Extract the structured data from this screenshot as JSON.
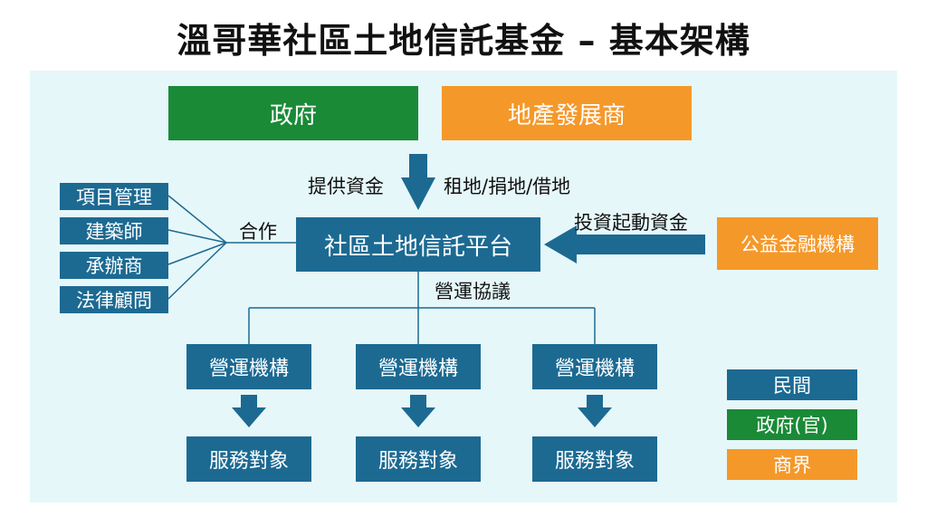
{
  "title": "溫哥華社區土地信託基金 – 基本架構",
  "boxes": {
    "government": "政府",
    "developer": "地產發展商",
    "platform": "社區土地信託平台",
    "charity_finance": "公益金融機構",
    "partners": [
      "項目管理",
      "建築師",
      "承辦商",
      "法律顧問"
    ],
    "operators": [
      "營運機構",
      "營運機構",
      "營運機構"
    ],
    "service_targets": [
      "服務對象",
      "服務對象",
      "服務對象"
    ]
  },
  "labels": {
    "provide_funds": "提供資金",
    "land": "租地/捐地/借地",
    "startup_funds": "投資起動資金",
    "cooperate": "合作",
    "operation_agreement": "營運協議"
  },
  "legend": {
    "civil": "民間",
    "gov": "政府(官)",
    "business": "商界"
  },
  "colors": {
    "civil": "#1c6a92",
    "gov": "#1a8a37",
    "business": "#f5982a",
    "background": "#e6f7f9"
  }
}
